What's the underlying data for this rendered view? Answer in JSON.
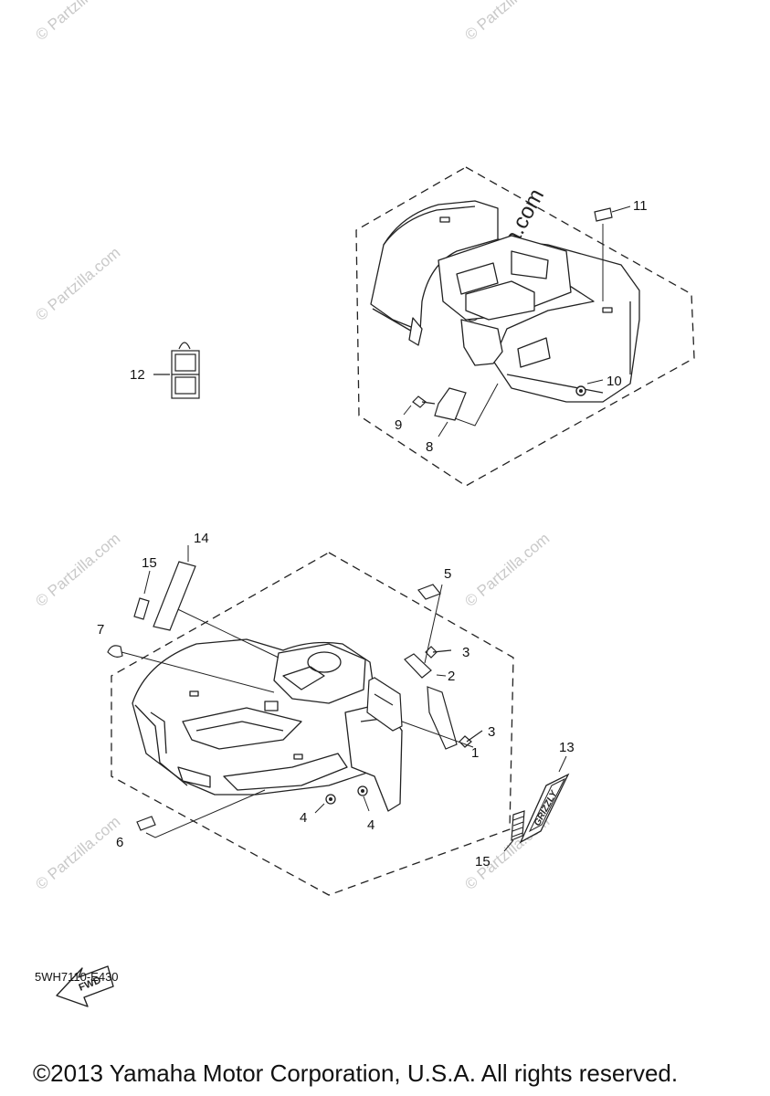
{
  "watermark": {
    "text": "© Partzilla.com",
    "main_text": "© Partzilla.com"
  },
  "callouts": {
    "c1": "1",
    "c2": "2",
    "c3a": "3",
    "c3b": "3",
    "c4a": "4",
    "c4b": "4",
    "c5": "5",
    "c6": "6",
    "c7": "7",
    "c8": "8",
    "c9": "9",
    "c10": "10",
    "c11": "11",
    "c12": "12",
    "c13": "13",
    "c14": "14",
    "c15a": "15",
    "c15b": "15"
  },
  "fwd_label": "FWD",
  "emblem_text": "GRIZZLY",
  "diagram_code": "5WH7110-E430",
  "copyright": "©2013 Yamaha Motor Corporation, U.S.A. All rights reserved."
}
